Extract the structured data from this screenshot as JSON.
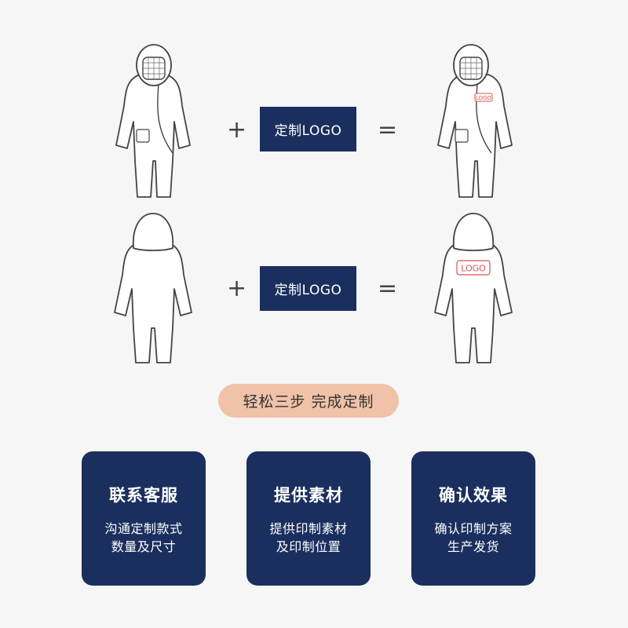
{
  "rows": [
    {
      "plus": "+",
      "logo_label": "定制LOGO",
      "equals": "=",
      "result_patch": "LOGO"
    },
    {
      "plus": "+",
      "logo_label": "定制LOGO",
      "equals": "=",
      "result_patch": "LOGO"
    }
  ],
  "pill": {
    "text": "轻松三步  完成定制",
    "color": "#f0c2a7"
  },
  "steps": [
    {
      "title": "联系客服",
      "line1": "沟通定制款式",
      "line2": "数量及尺寸"
    },
    {
      "title": "提供素材",
      "line1": "提供印制素材",
      "line2": "及印制位置"
    },
    {
      "title": "确认效果",
      "line1": "确认印制方案",
      "line2": "生产发货"
    }
  ],
  "colors": {
    "navy": "#1b2f5e",
    "outline": "#444444",
    "logo_red": "#d9534f",
    "background": "#f6f6f6"
  },
  "icons": [
    "coverall-front-icon",
    "coverall-back-icon"
  ]
}
